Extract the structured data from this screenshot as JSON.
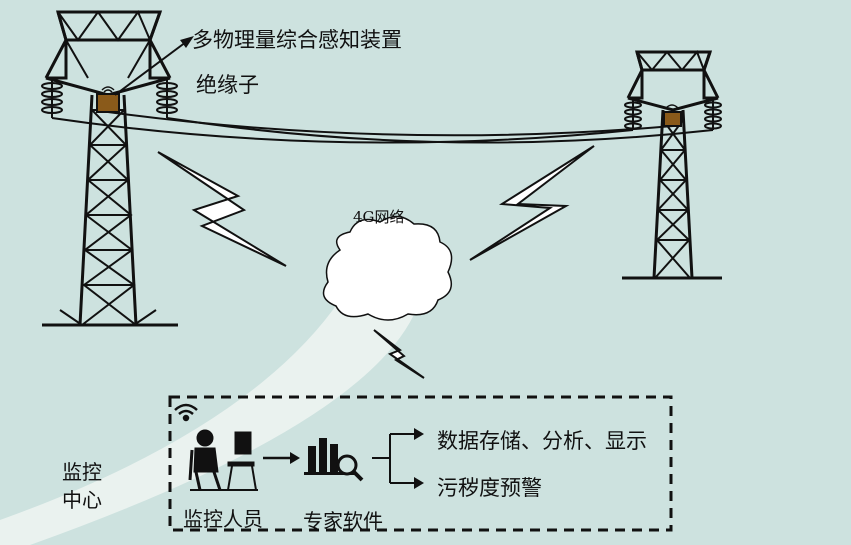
{
  "labels": {
    "device": "多物理量综合感知装置",
    "insulator": "绝缘子",
    "network": "4G网络",
    "center": "监控中心",
    "monitor_staff": "监控人员",
    "expert_software": "专家软件",
    "storage": "数据存储、分析、显示",
    "warning": "污秽度预警"
  },
  "colors": {
    "background": "#cde2df",
    "line": "#111111",
    "sensor": "#8a5a1a",
    "beam": "#eef4f2",
    "cloud": "#ffffff"
  },
  "icons": [
    "transmission-tower-icon",
    "insulator-icon",
    "sensor-device-icon",
    "cloud-icon",
    "lightning-icon",
    "wifi-icon",
    "operator-icon",
    "analytics-icon",
    "arrow-icon"
  ]
}
